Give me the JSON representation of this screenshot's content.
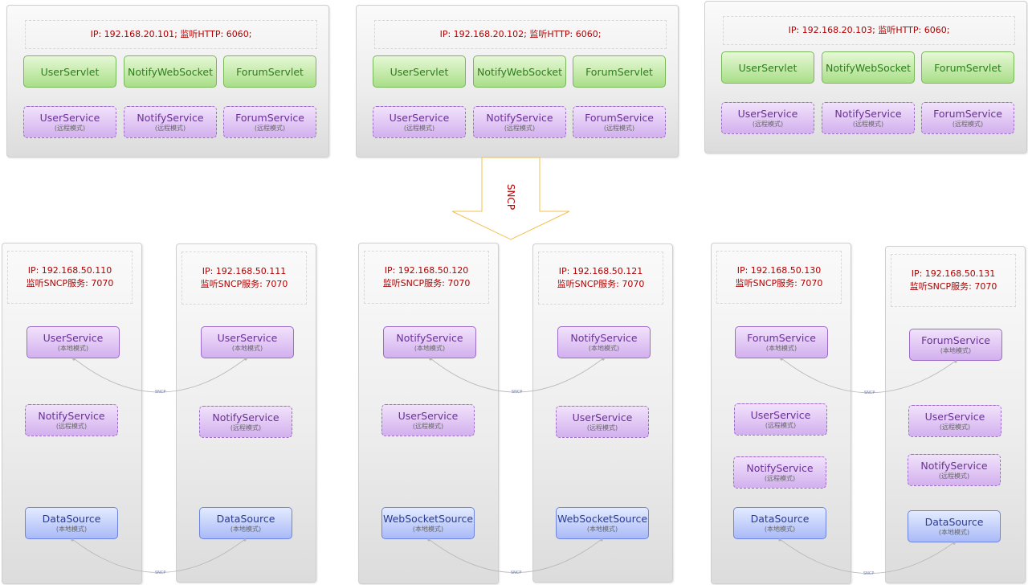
{
  "top_servers": [
    {
      "info": "IP: 192.168.20.101;   监听HTTP: 6060;",
      "servlets": [
        "UserServlet",
        "NotifyWebSocket",
        "ForumServlet"
      ],
      "services": [
        "UserService",
        "NotifyService",
        "ForumService"
      ],
      "mode": "(远程模式)"
    },
    {
      "info": "IP: 192.168.20.102;   监听HTTP: 6060;",
      "servlets": [
        "UserServlet",
        "NotifyWebSocket",
        "ForumServlet"
      ],
      "services": [
        "UserService",
        "NotifyService",
        "ForumService"
      ],
      "mode": "(远程模式)"
    },
    {
      "info": "IP: 192.168.20.103;   监听HTTP: 6060;",
      "servlets": [
        "UserServlet",
        "NotifyWebSocket",
        "ForumServlet"
      ],
      "services": [
        "UserService",
        "NotifyService",
        "ForumService"
      ],
      "mode": "(远程模式)"
    }
  ],
  "arrow_label": "SNCP",
  "local_mode": "(本地模式)",
  "remote_mode": "(远程模式)",
  "link_label": "SNCP",
  "bottom_servers": [
    {
      "ip": "IP: 192.168.50.110",
      "listen": "监听SNCP服务: 7070",
      "local": "UserService",
      "remotes": [
        "NotifyService"
      ],
      "source": "DataSource"
    },
    {
      "ip": "IP: 192.168.50.111",
      "listen": "监听SNCP服务: 7070",
      "local": "UserService",
      "remotes": [
        "NotifyService"
      ],
      "source": "DataSource"
    },
    {
      "ip": "IP: 192.168.50.120",
      "listen": "监听SNCP服务: 7070",
      "local": "NotifyService",
      "remotes": [
        "UserService"
      ],
      "source": "WebSocketSource"
    },
    {
      "ip": "IP: 192.168.50.121",
      "listen": "监听SNCP服务: 7070",
      "local": "NotifyService",
      "remotes": [
        "UserService"
      ],
      "source": "WebSocketSource"
    },
    {
      "ip": "IP: 192.168.50.130",
      "listen": "监听SNCP服务: 7070",
      "local": "ForumService",
      "remotes": [
        "UserService",
        "NotifyService"
      ],
      "source": "DataSource"
    },
    {
      "ip": "IP: 192.168.50.131",
      "listen": "监听SNCP服务: 7070",
      "local": "ForumService",
      "remotes": [
        "UserService",
        "NotifyService"
      ],
      "source": "DataSource"
    }
  ],
  "colors": {
    "ip_text": "#b30000",
    "servlet": "#2e7d1b",
    "service": "#6a3196",
    "source": "#2a3b95",
    "arrow": "#f2c14e"
  }
}
